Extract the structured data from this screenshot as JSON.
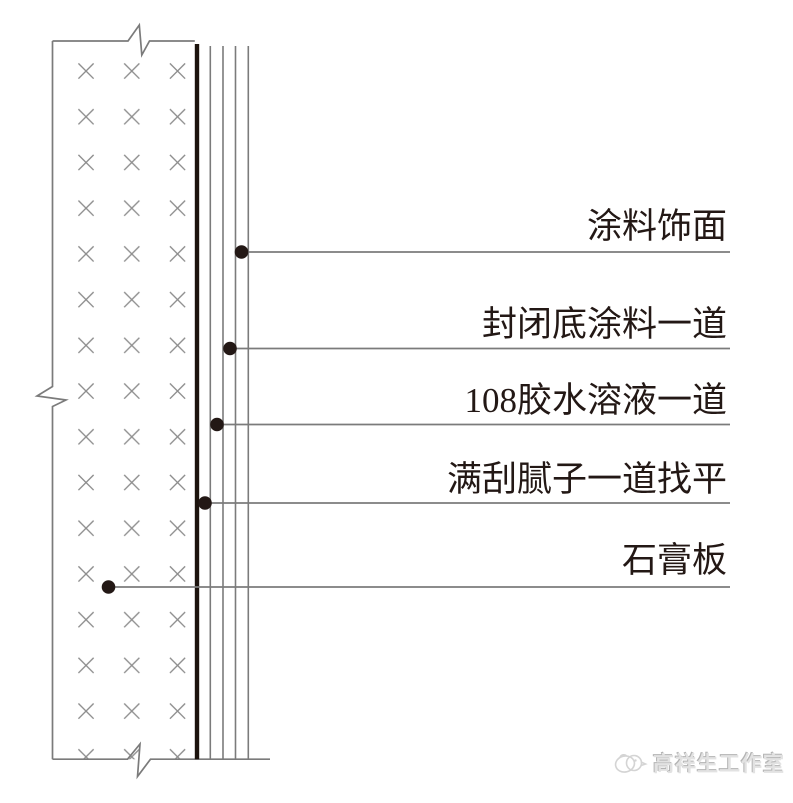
{
  "drawing": {
    "labels": [
      {
        "id": "paint-finish",
        "text": "涂料饰面"
      },
      {
        "id": "sealing-primer",
        "text": "封闭底涂料一道"
      },
      {
        "id": "glue-solution",
        "text": "108胶水溶液一道"
      },
      {
        "id": "putty-leveling",
        "text": "满刮腻子一道找平"
      },
      {
        "id": "gypsum-board",
        "text": "石膏板"
      }
    ],
    "hatch_symbol": "x-cross-hatch",
    "break_marks": "zigzag-break-lines"
  },
  "watermark": {
    "text": "高祥生工作室",
    "logo": "bird-sketch-icon"
  },
  "colors": {
    "ink": "#231815",
    "line": "#7b7b7b",
    "thick-line": "#1c130d",
    "hatch": "#8d8d8d",
    "watermark": "#e2e2e2",
    "watermark-shadow": "#b3b3b3",
    "background": "#ffffff"
  }
}
